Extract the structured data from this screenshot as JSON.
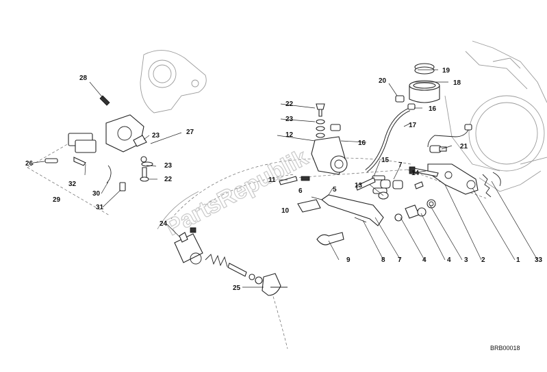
{
  "diagram_code": "BRB00018",
  "watermark": "PartsRepublik",
  "callouts": [
    "1",
    "2",
    "3",
    "4",
    "4",
    "5",
    "6",
    "7",
    "7",
    "8",
    "9",
    "10",
    "11",
    "12",
    "13",
    "14",
    "15",
    "16",
    "16",
    "17",
    "18",
    "19",
    "20",
    "21",
    "22",
    "22",
    "23",
    "23",
    "24",
    "25",
    "26",
    "27",
    "28",
    "29",
    "30",
    "31",
    "32",
    "33"
  ],
  "colors": {
    "line": "#222222",
    "ghost": "#9a9a9a",
    "watermark": "#c9c9c9"
  }
}
